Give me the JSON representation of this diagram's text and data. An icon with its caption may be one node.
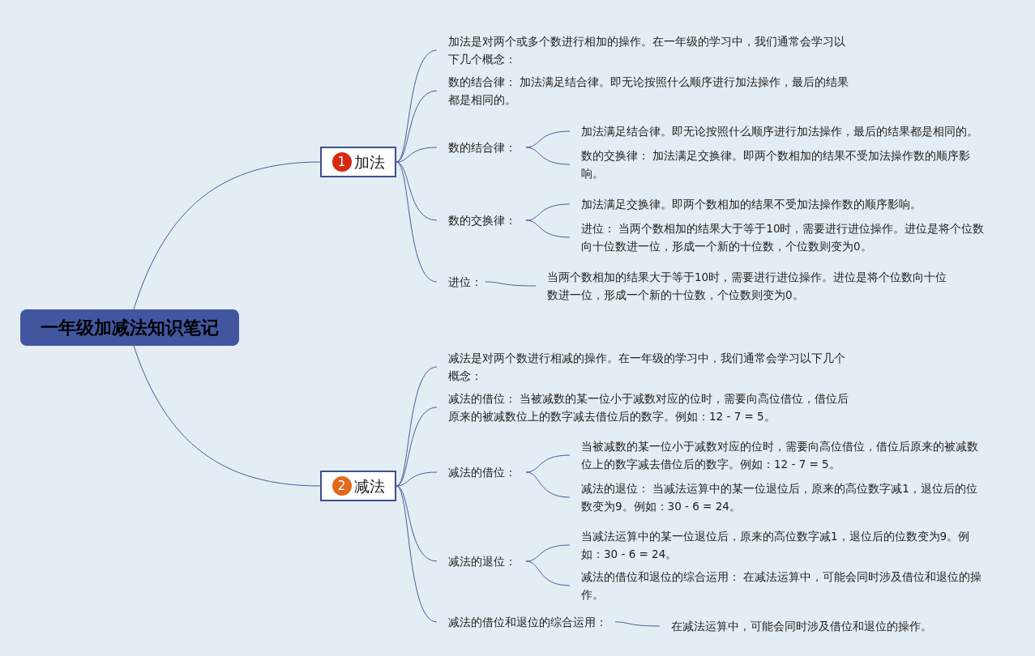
{
  "diagram": {
    "nodes": [
      {
        "text": [
          "一年级加减法知识笔记"
        ]
      },
      {
        "text": [
          "1",
          "加法"
        ]
      },
      {
        "text": [
          "加法是对两个或多个数进行相加的操作。在一年级的学习中，我们通常会学习以下几个概念："
        ]
      },
      {
        "text": [
          "数的结合律： 加法满足结合律。即无论按照什么顺序进行加法操作，最后的结果都是相同的。"
        ]
      },
      {
        "text": [
          "数的结合律："
        ]
      },
      {
        "text": [
          "加法满足结合律。即无论按照什么顺序进行加法操作，最后的结果都是相同的。"
        ]
      },
      {
        "text": [
          "数的交换律： 加法满足交换律。即两个数相加的结果不受加法操作数的顺序影响。"
        ]
      },
      {
        "text": [
          "数的交换律："
        ]
      },
      {
        "text": [
          "加法满足交换律。即两个数相加的结果不受加法操作数的顺序影响。"
        ]
      },
      {
        "text": [
          "进位： 当两个数相加的结果大于等于10时，需要进行进位操作。进位是将个位数向十位数进一位，形成一个新的十位数，个位数则变为0。"
        ]
      },
      {
        "text": [
          "进位："
        ]
      },
      {
        "text": [
          "当两个数相加的结果大于等于10时，需要进行进位操作。进位是将个位数向十位数进一位，形成一个新的十位数，个位数则变为0。"
        ]
      },
      {
        "text": [
          "2",
          "减法"
        ]
      },
      {
        "text": [
          "减法是对两个数进行相减的操作。在一年级的学习中，我们通常会学习以下几个概念："
        ]
      },
      {
        "text": [
          "减法的借位： 当被减数的某一位小于减数对应的位时，需要向高位借位，借位后原来的被减数位上的数字减去借位后的数字。例如：12 - 7 = 5。"
        ]
      },
      {
        "text": [
          "减法的借位："
        ]
      },
      {
        "text": [
          "当被减数的某一位小于减数对应的位时，需要向高位借位，借位后原来的被减数位上的数字减去借位后的数字。例如：12 - 7 = 5。"
        ]
      },
      {
        "text": [
          "减法的退位： 当减法运算中的某一位退位后，原来的高位数字减1，退位后的位数变为9。例如：30 - 6 = 24。"
        ]
      },
      {
        "text": [
          "减法的退位："
        ]
      },
      {
        "text": [
          "当减法运算中的某一位退位后，原来的高位数字减1，退位后的位数变为9。例如：30 - 6 = 24。"
        ]
      },
      {
        "text": [
          "减法的借位和退位的综合运用： 在减法运算中，可能会同时涉及借位和退位的操作。"
        ]
      },
      {
        "text": [
          "减法的借位和退位的综合运用："
        ]
      },
      {
        "text": [
          "在减法运算中，可能会同时涉及借位和退位的操作。"
        ]
      }
    ],
    "edges": [
      {
        "from": 0,
        "to": 1,
        "arrow": "none"
      },
      {
        "from": 0,
        "to": 12,
        "arrow": "none"
      },
      {
        "from": 1,
        "to": 2,
        "arrow": "none"
      },
      {
        "from": 1,
        "to": 3,
        "arrow": "none"
      },
      {
        "from": 1,
        "to": 4,
        "arrow": "none"
      },
      {
        "from": 1,
        "to": 7,
        "arrow": "none"
      },
      {
        "from": 1,
        "to": 10,
        "arrow": "none"
      },
      {
        "from": 4,
        "to": 5,
        "arrow": "none"
      },
      {
        "from": 4,
        "to": 6,
        "arrow": "none"
      },
      {
        "from": 7,
        "to": 8,
        "arrow": "none"
      },
      {
        "from": 7,
        "to": 9,
        "arrow": "none"
      },
      {
        "from": 10,
        "to": 11,
        "arrow": "none"
      },
      {
        "from": 12,
        "to": 13,
        "arrow": "none"
      },
      {
        "from": 12,
        "to": 14,
        "arrow": "none"
      },
      {
        "from": 12,
        "to": 15,
        "arrow": "none"
      },
      {
        "from": 12,
        "to": 18,
        "arrow": "none"
      },
      {
        "from": 12,
        "to": 21,
        "arrow": "none"
      },
      {
        "from": 15,
        "to": 16,
        "arrow": "none"
      },
      {
        "from": 15,
        "to": 17,
        "arrow": "none"
      },
      {
        "from": 18,
        "to": 19,
        "arrow": "none"
      },
      {
        "from": 18,
        "to": 20,
        "arrow": "none"
      },
      {
        "from": 21,
        "to": 22,
        "arrow": "none"
      }
    ]
  }
}
